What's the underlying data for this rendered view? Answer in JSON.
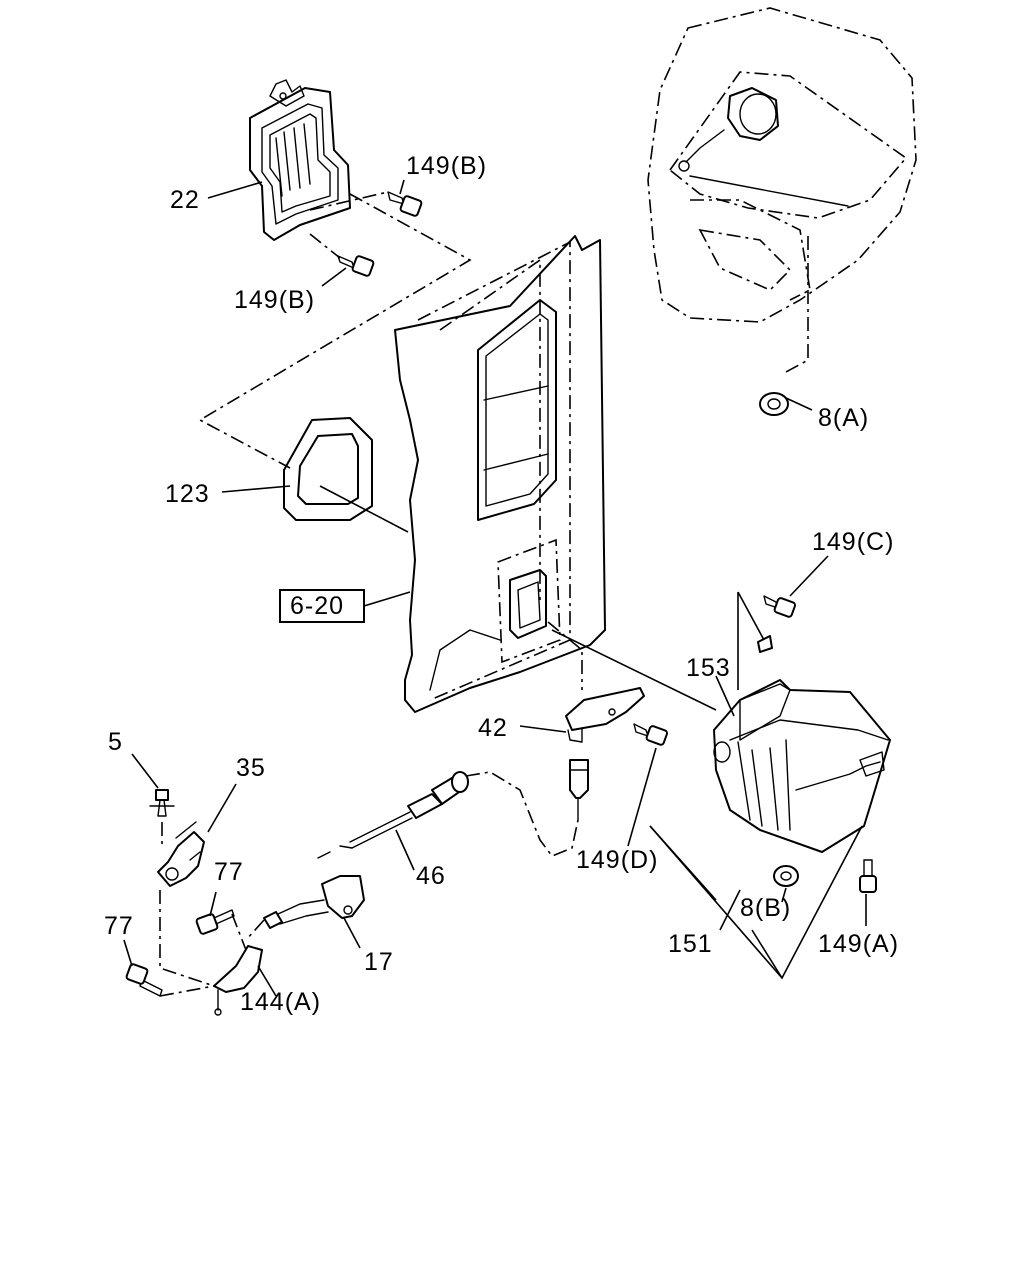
{
  "labels": {
    "l22": "22",
    "l149b_top": "149(B)",
    "l149b_bot": "149(B)",
    "l8a": "8(A)",
    "l123": "123",
    "l6_20": "6-20",
    "l149c": "149(C)",
    "l153": "153",
    "l42": "42",
    "l5": "5",
    "l35": "35",
    "l77_top": "77",
    "l77_bot": "77",
    "l46": "46",
    "l149d": "149(D)",
    "l17": "17",
    "l144a": "144(A)",
    "l8b": "8(B)",
    "l151": "151",
    "l149a": "149(A)"
  }
}
